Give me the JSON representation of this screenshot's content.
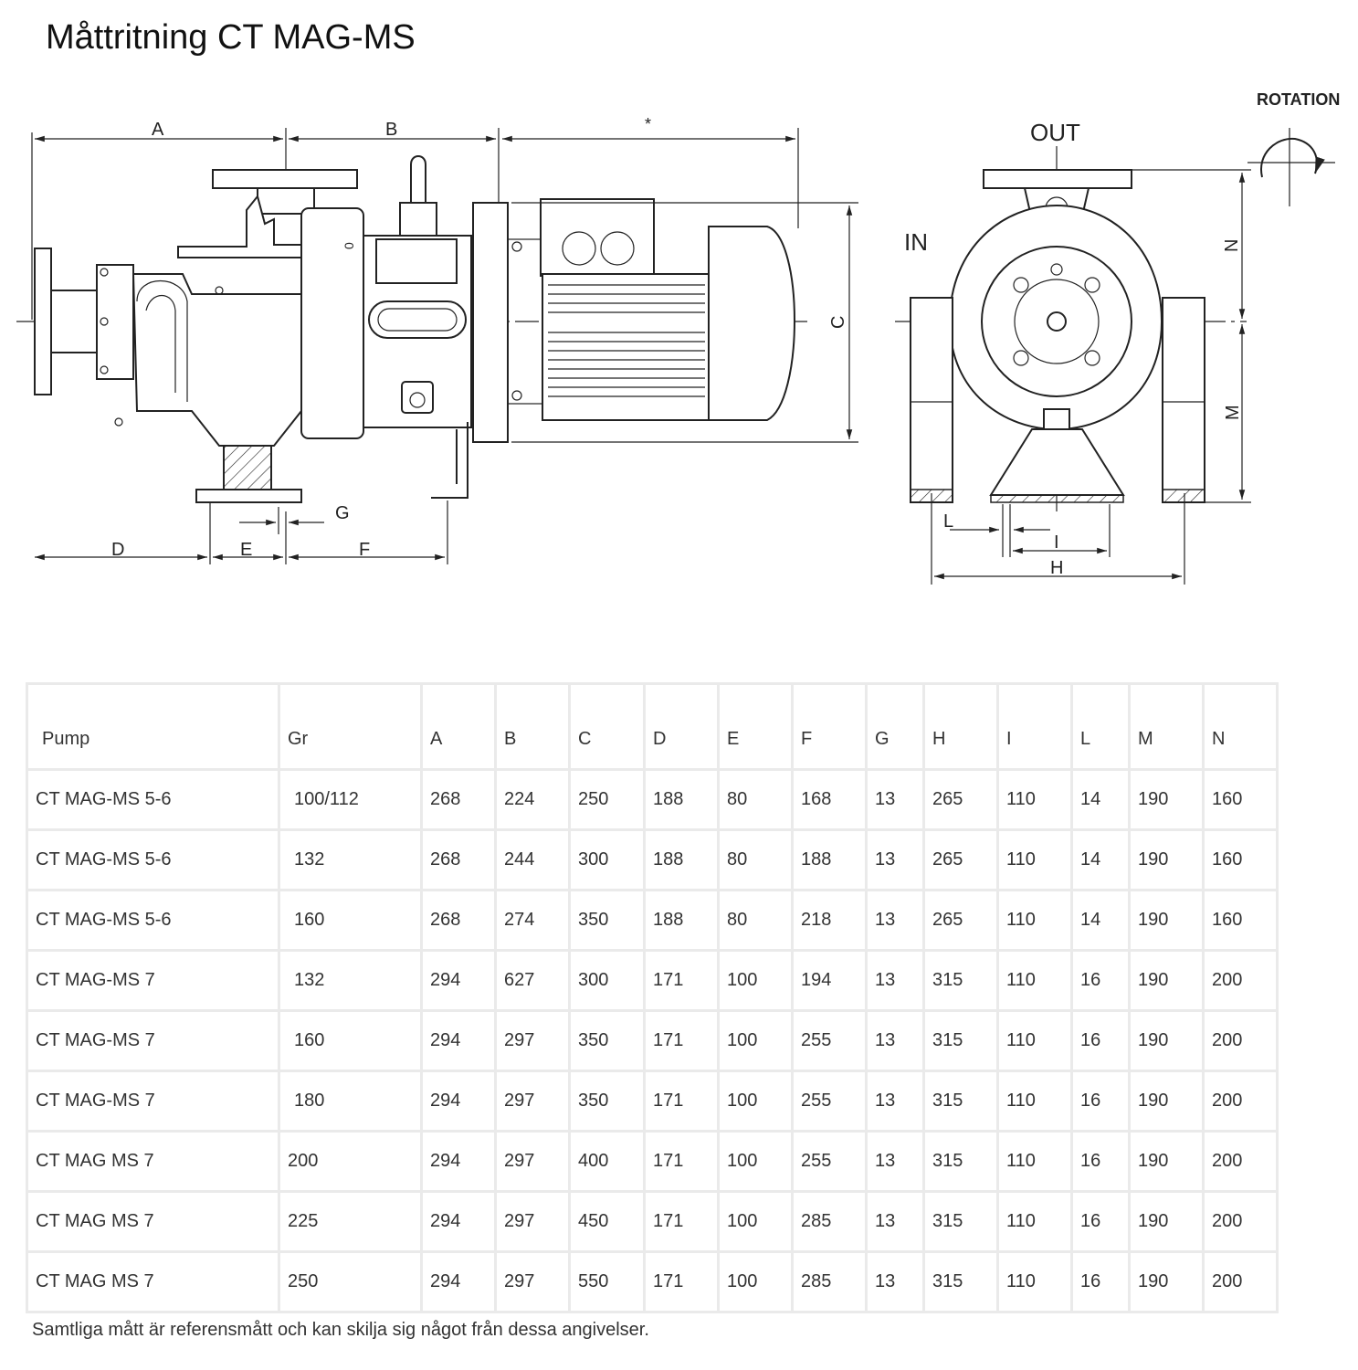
{
  "title": "Måttritning CT MAG-MS",
  "drawing": {
    "labels": {
      "a": "A",
      "b": "B",
      "star": "*",
      "c": "C",
      "d": "D",
      "e": "E",
      "f": "F",
      "g": "G",
      "out": "OUT",
      "in": "IN",
      "rotation": "ROTATION",
      "n": "N",
      "m": "M",
      "l": "L",
      "i": "I",
      "h": "H",
      "zero": "0"
    }
  },
  "table": {
    "headers": [
      "Pump",
      "Gr",
      "A",
      "B",
      "C",
      "D",
      "E",
      "F",
      "G",
      "H",
      "I",
      "L",
      "M",
      "N"
    ],
    "rows": [
      [
        "CT MAG-MS 5-6",
        "100/112",
        "268",
        "224",
        "250",
        "188",
        "80",
        "168",
        "13",
        "265",
        "110",
        "14",
        "190",
        "160"
      ],
      [
        "CT MAG-MS 5-6",
        "132",
        "268",
        "244",
        "300",
        "188",
        "80",
        "188",
        "13",
        "265",
        "110",
        "14",
        "190",
        "160"
      ],
      [
        "CT MAG-MS 5-6",
        "160",
        "268",
        "274",
        "350",
        "188",
        "80",
        "218",
        "13",
        "265",
        "110",
        "14",
        "190",
        "160"
      ],
      [
        "CT MAG-MS 7",
        "132",
        "294",
        "627",
        "300",
        "171",
        "100",
        "194",
        "13",
        "315",
        "110",
        "16",
        "190",
        "200"
      ],
      [
        "CT MAG-MS 7",
        "160",
        "294",
        "297",
        "350",
        "171",
        "100",
        "255",
        "13",
        "315",
        "110",
        "16",
        "190",
        "200"
      ],
      [
        "CT MAG-MS 7",
        "180",
        "294",
        "297",
        "350",
        "171",
        "100",
        "255",
        "13",
        "315",
        "110",
        "16",
        "190",
        "200"
      ],
      [
        "CT MAG MS 7",
        "200",
        "294",
        "297",
        "400",
        "171",
        "100",
        "255",
        "13",
        "315",
        "110",
        "16",
        "190",
        "200"
      ],
      [
        "CT MAG MS 7",
        "225",
        "294",
        "297",
        "450",
        "171",
        "100",
        "285",
        "13",
        "315",
        "110",
        "16",
        "190",
        "200"
      ],
      [
        "CT MAG MS 7",
        "250",
        "294",
        "297",
        "550",
        "171",
        "100",
        "285",
        "13",
        "315",
        "110",
        "16",
        "190",
        "200"
      ]
    ]
  },
  "footnote": "Samtliga mått är referensmått och kan skilja sig något från dessa angivelser."
}
